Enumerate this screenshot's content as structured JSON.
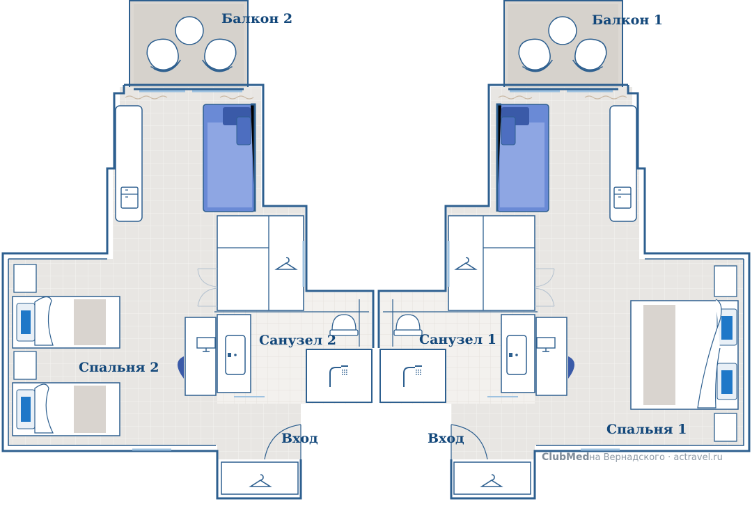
{
  "rooms": {
    "balcony_left": "Балкон 2",
    "balcony_right": "Балкон 1",
    "bathroom_left": "Санузел 2",
    "bathroom_right": "Санузел 1",
    "bedroom_left": "Спальня 2",
    "bedroom_right": "Спальня 1",
    "entrance_left": "Вход",
    "entrance_right": "Вход"
  },
  "watermark": {
    "logo": "ClubMed",
    "text": "на Вернадского · actravel.ru"
  },
  "colors": {
    "wall": "#2d5f8f",
    "floor": "#e7e5e2",
    "wet_floor": "#f4f2ef",
    "balcony_floor": "#dcd8d3",
    "furniture_blue": "#5b7fcf",
    "furniture_dark": "#3a5aa8",
    "bed_accent": "#1f78c8",
    "label": "#12477a"
  }
}
